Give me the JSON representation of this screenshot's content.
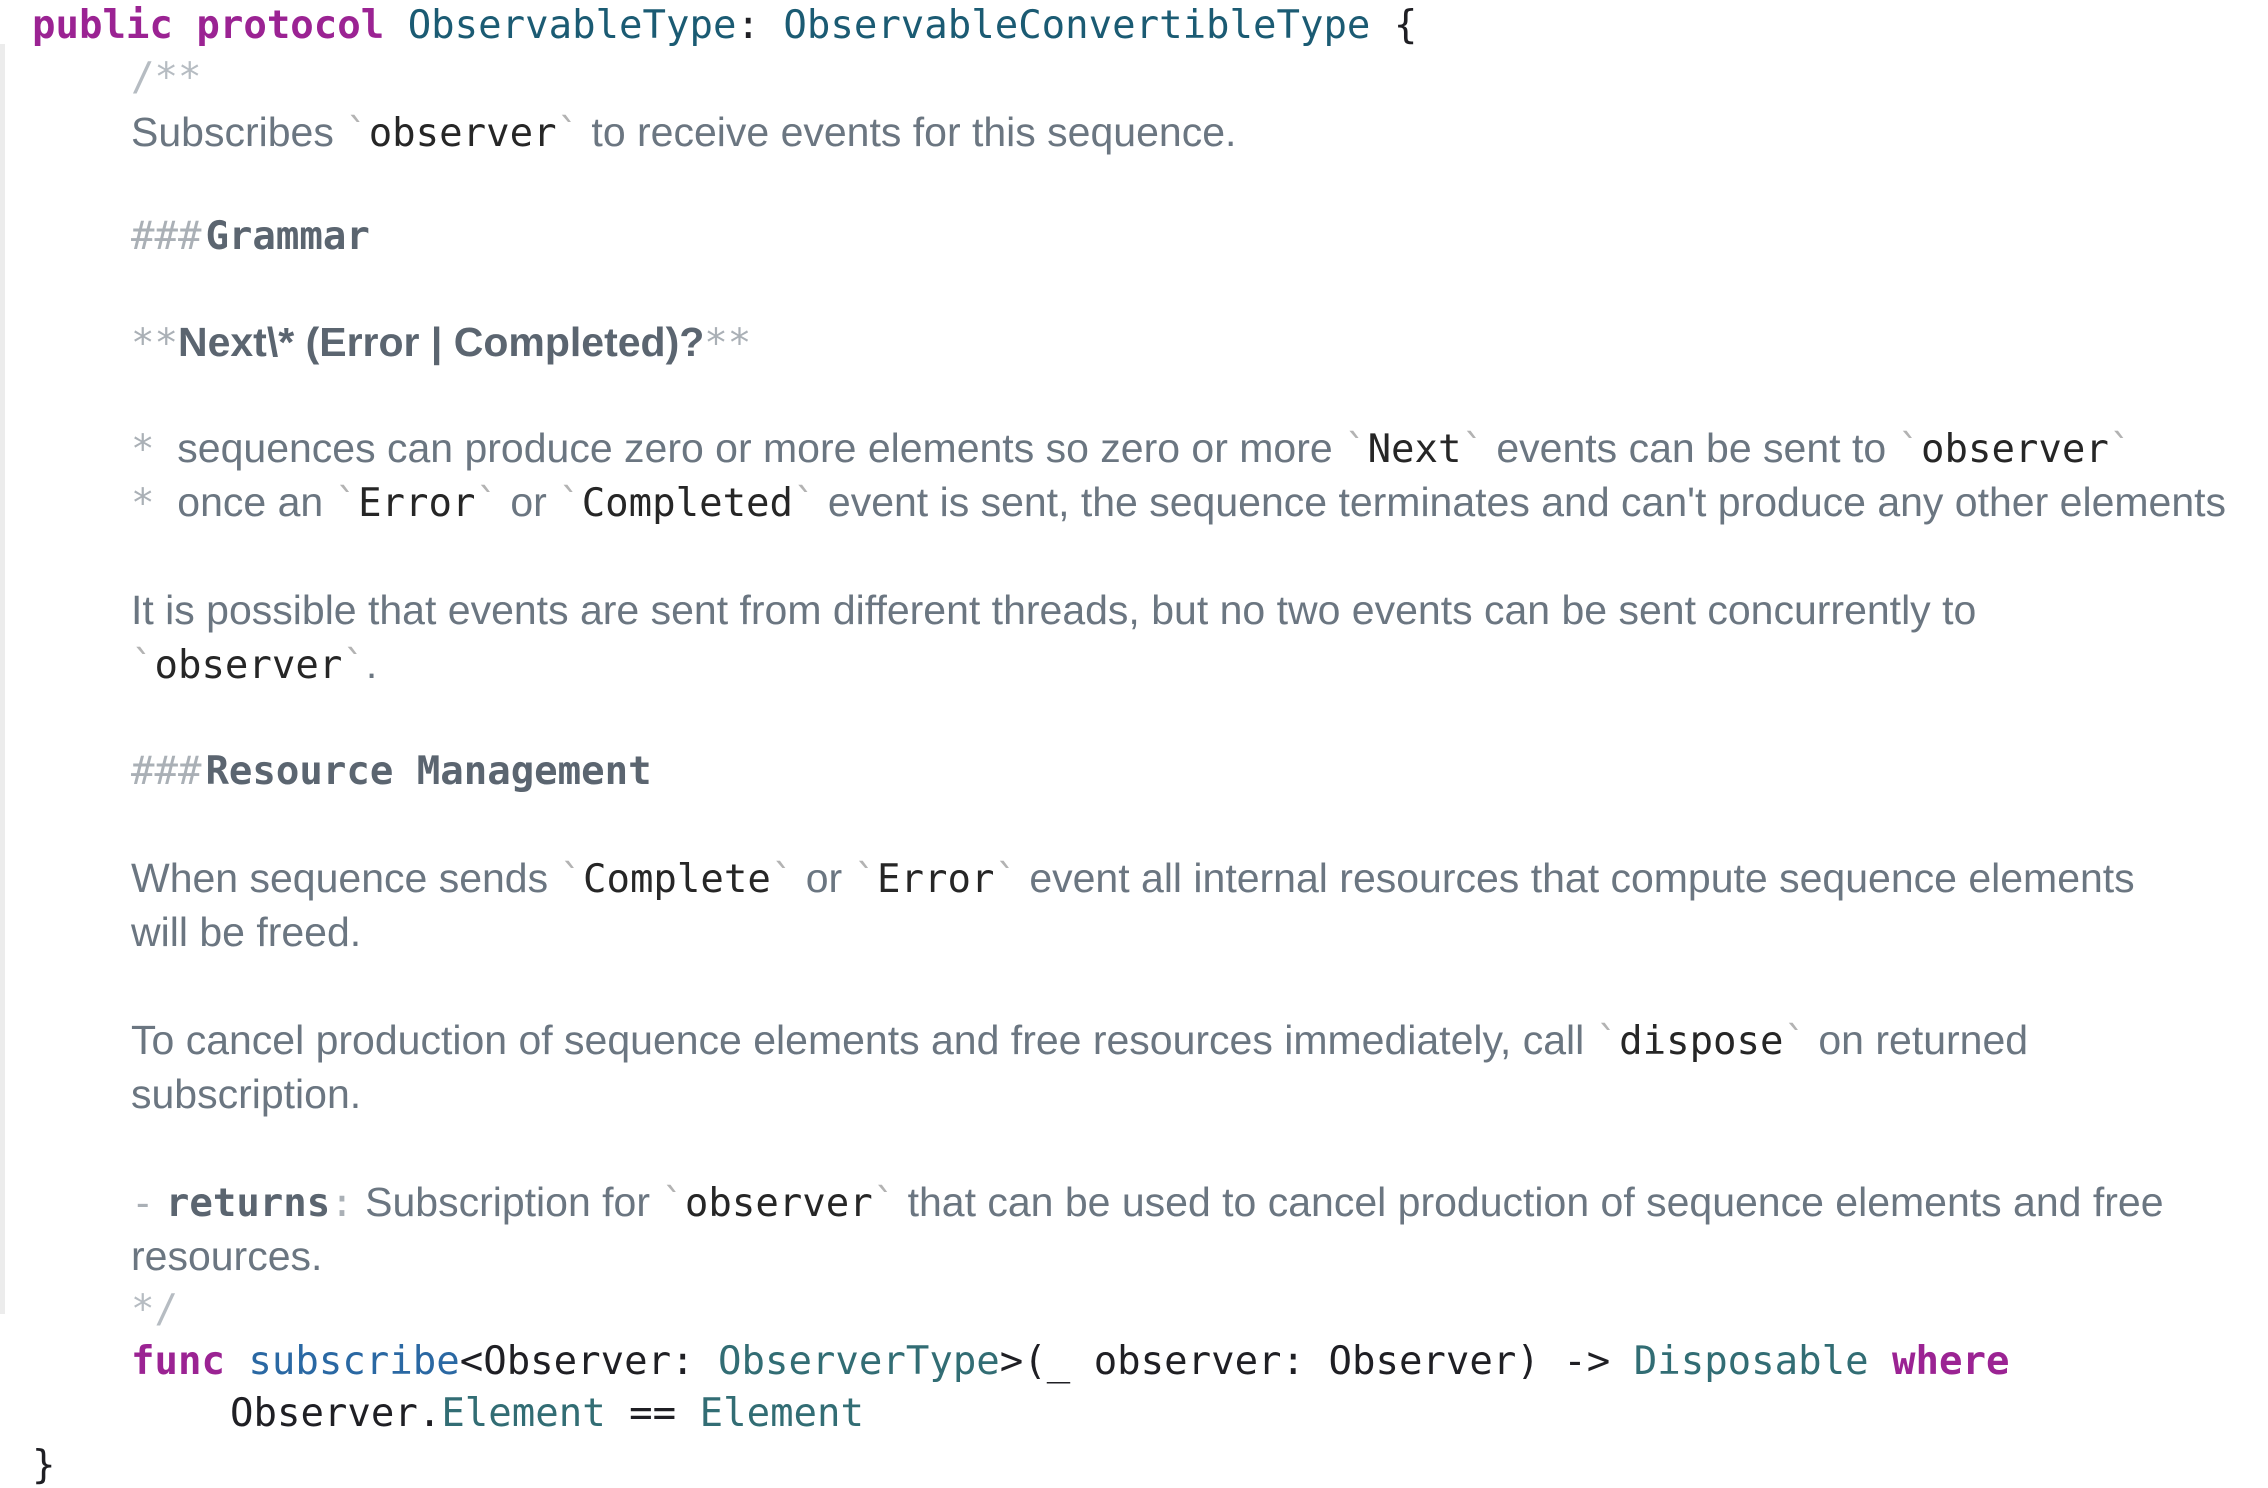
{
  "protocol_decl": {
    "kw1": "public",
    "kw2": "protocol",
    "name": "ObservableType",
    "colon": ":",
    "parent": "ObservableConvertibleType",
    "brace": "{"
  },
  "doc": {
    "open": "/**",
    "summary": {
      "pre": "Subscribes ",
      "code": "observer",
      "post": " to receive events for this sequence."
    },
    "h_grammar": {
      "marker": "###",
      "text": "Grammar"
    },
    "grammar_line": {
      "marker_open": "**",
      "text": "Next\\* (Error | Completed)?",
      "marker_close": "**"
    },
    "bullet1": {
      "marker": "*",
      "pre": "sequences can produce zero or more elements so zero or more ",
      "code1": "Next",
      "mid": " events can be sent to ",
      "code2": "observer"
    },
    "bullet2": {
      "marker": "*",
      "pre": "once an ",
      "code1": "Error",
      "mid": " or ",
      "code2": "Completed",
      "post": " event is sent, the sequence terminates and can't produce any other elements"
    },
    "threads_para": {
      "line1": "It is possible that events are sent from different threads, but no two events can be sent concurrently to",
      "code": "observer",
      "post": "."
    },
    "h_resource": {
      "marker": "###",
      "text": "Resource Management"
    },
    "resource_para": {
      "pre": "When sequence sends ",
      "code1": "Complete",
      "mid": " or ",
      "code2": "Error",
      "post": " event all internal resources that compute sequence elements",
      "line2": "will be freed."
    },
    "cancel_para": {
      "pre": "To cancel production of sequence elements and free resources immediately, call ",
      "code": "dispose",
      "post": " on returned",
      "line2": "subscription."
    },
    "returns": {
      "marker": "-",
      "keyword": "returns",
      "colon": ":",
      "pre": " Subscription for ",
      "code": "observer",
      "post": " that can be used to cancel production of sequence elements and free",
      "line2": "resources."
    },
    "close": "*/"
  },
  "func_decl": {
    "kw": "func",
    "name": "subscribe",
    "generic_open": "<Observer: ",
    "generic_type": "ObserverType",
    "params": ">(_ observer: Observer) -> ",
    "return_type": "Disposable",
    "where_kw": "where",
    "constraint_pre": "Observer.",
    "constraint_member": "Element",
    "constraint_op": " == ",
    "constraint_rhs": "Element"
  },
  "closing_brace": "}"
}
